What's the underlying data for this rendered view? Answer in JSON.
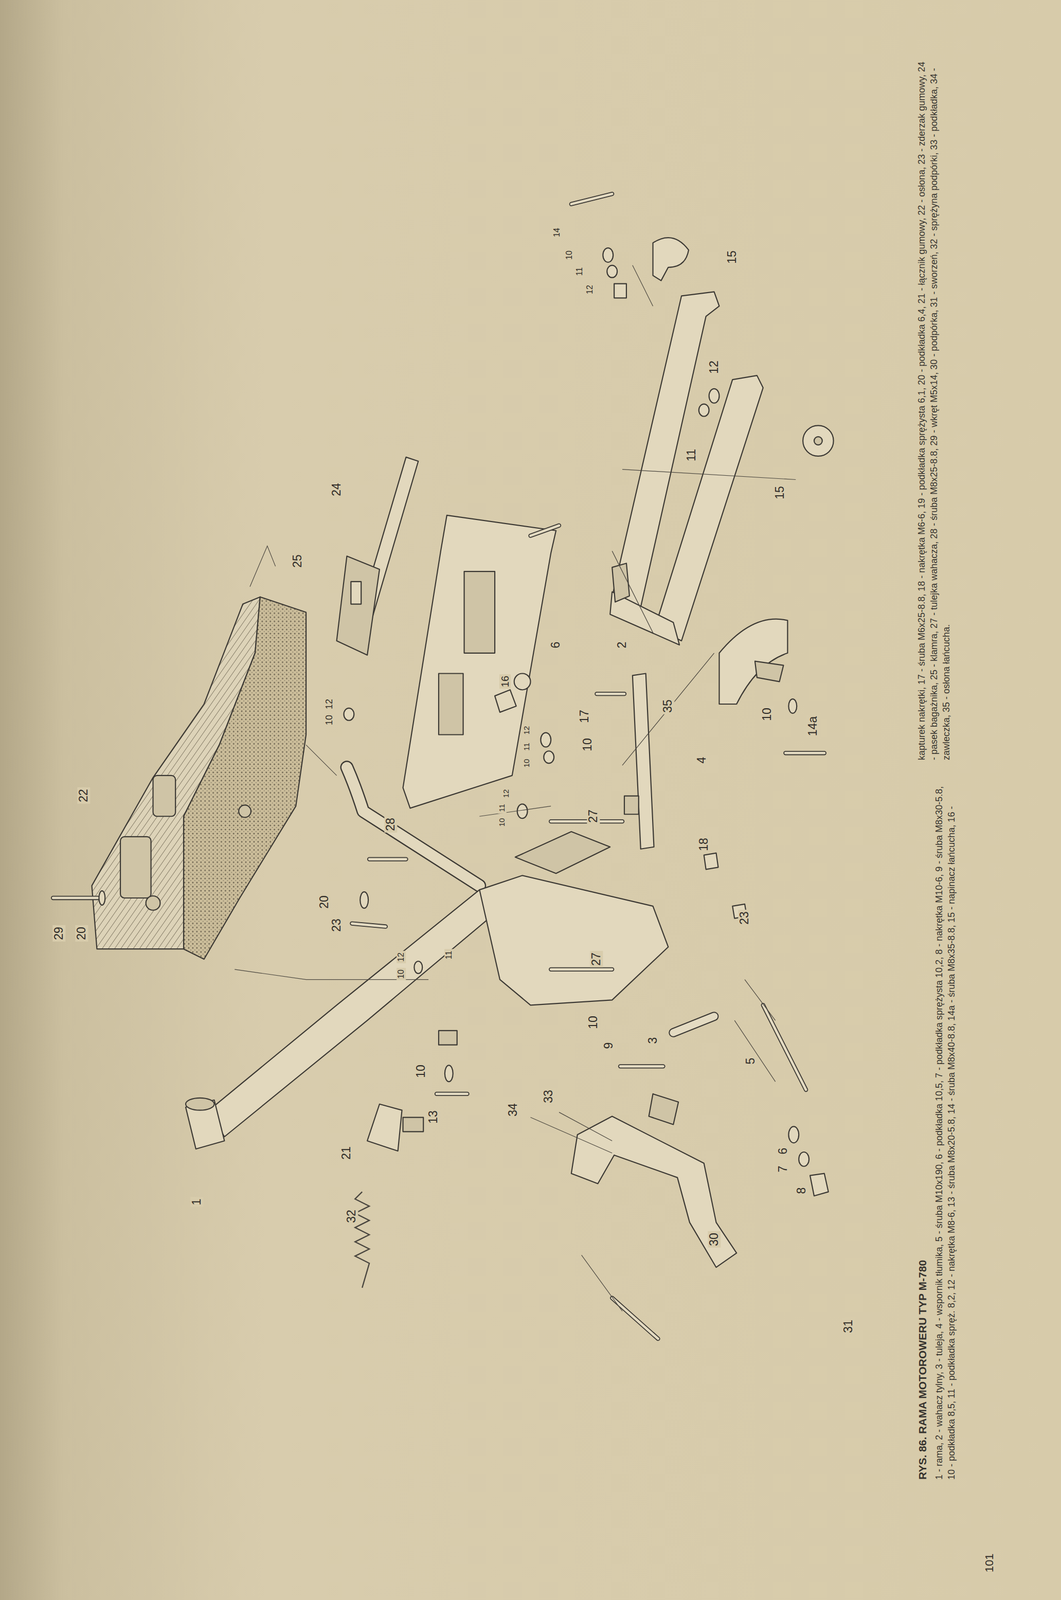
{
  "diagram": {
    "title": "RYS. 86. RAMA MOTOROWERU TYP M-780",
    "caption": "1 - rama, 2 - wahacz tylny, 3 - tuleja, 4 - wspornik tłumika, 5 - śruba M10x190, 6 - podkładka 10,5, 7 - podkładka sprężysta 10,2, 8 - nakrętka M10-6, 9 - śruba M8x30-5.8, 10 - podkładka 8,5, 11 - podkładka spręż. 8,2, 12 - nakrętka M8-6, 13 - śruba M8x20-5.8, 14 - śruba M8x40-8.8, 14a - śruba M8x35-8.8, 15 - napinacz łańcucha, 16 - kapturek nakrętki, 17 - śruba M6x25-8.8, 18 - nakrętka M6-6, 19 - podkładka sprężysta 6,1, 20 - podkładka 6,4, 21 - łącznik gumowy, 22 - osłona, 23 - zderzak gumowy, 24 - pasek bagażnika, 25 - klamra, 27 - tulejka wahacza, 28 - śruba M8x25-8.8, 29 - wkręt M5x14, 30 - podpórka, 31 - sworzeń, 32 - sprężyna podpórki, 33 - podkładka, 34 - zawleczka, 35 - osłona łańcucha.",
    "labels": [
      "1",
      "21",
      "32",
      "30",
      "31",
      "34",
      "33",
      "8",
      "7",
      "6",
      "13",
      "10",
      "5",
      "9",
      "3",
      "10",
      "27",
      "23",
      "18",
      "27",
      "10",
      "17",
      "4",
      "35",
      "10",
      "14a",
      "2",
      "6",
      "16",
      "12",
      "11",
      "10",
      "12",
      "11",
      "10",
      "28",
      "20",
      "23",
      "12",
      "10",
      "11",
      "22",
      "29",
      "20",
      "12",
      "10",
      "25",
      "24",
      "11",
      "12",
      "15",
      "15",
      "14",
      "10",
      "11",
      "12",
      "101"
    ]
  }
}
